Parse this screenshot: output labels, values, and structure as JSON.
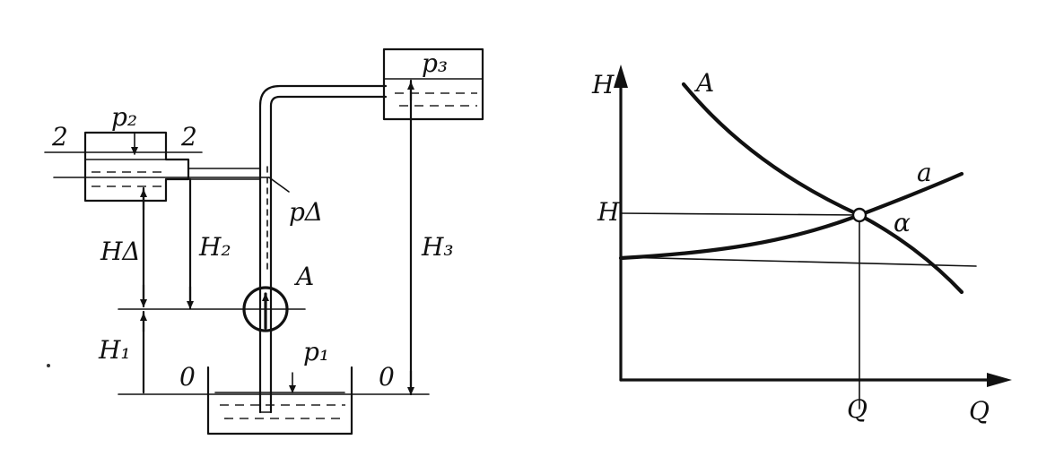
{
  "labels": {
    "p2": "p₂",
    "p3": "p₃",
    "p1": "p₁",
    "pD": "pΔ",
    "level2_left": "2",
    "level2_right": "2",
    "level0_left": "0",
    "level0_right": "0",
    "HD": "HΔ",
    "H2": "H₂",
    "H3": "H₃",
    "H1": "H₁",
    "pump": "A"
  },
  "graph": {
    "y_axis": "H",
    "x_axis": "Q",
    "curve_pump": "A",
    "curve_system": "a",
    "angle": "α",
    "point_H": "H",
    "point_Q": "Q"
  }
}
